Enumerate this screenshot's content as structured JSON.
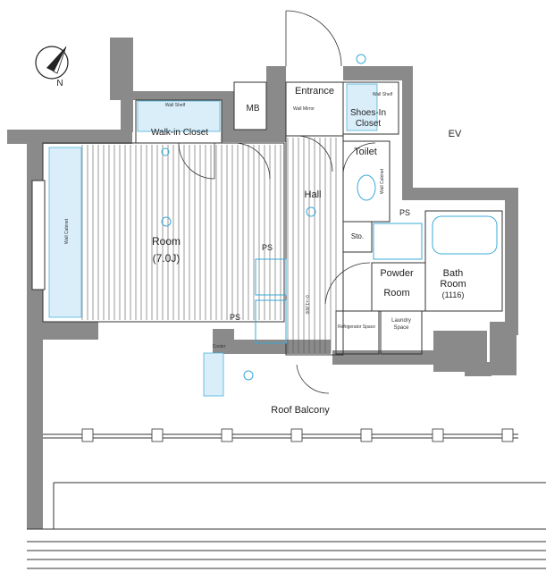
{
  "rooms": {
    "room_name": "Room",
    "room_size": "(7.0J)",
    "walk_in_closet": "Walk-in Closet",
    "entrance": "Entrance",
    "shoes_in_closet_1": "Shoes-In",
    "shoes_in_closet_2": "Closet",
    "toilet": "Toilet",
    "hall": "Hall",
    "powder_room_1": "Powder",
    "powder_room_2": "Room",
    "bath_room_1": "Bath",
    "bath_room_2": "Room",
    "bath_size": "(1116)",
    "roof_balcony": "Roof Balcony",
    "ev": "EV",
    "mb": "MB",
    "ps_1": "PS",
    "ps_2": "PS",
    "ps_3": "PS",
    "sto": "Sto.",
    "laundry_space_1": "Laundry",
    "laundry_space_2": "Space"
  },
  "fixtures": {
    "wall_shelf_closet": "Wall Shelf",
    "wall_shelf_entrance": "Wall Shelf",
    "wall_mirror": "Wall Mirror",
    "wall_cabinet_room": "Wall Cabinet",
    "wall_cabinet_toilet": "Wall Cabinet",
    "refrigerator_space": "Refrigerator Space",
    "cooler": "Cooler",
    "hall_note": "0~+1,800"
  },
  "compass": {
    "north": "N"
  },
  "colors": {
    "wall": "#888888",
    "fixture": "#3aa8d8",
    "fill": "#d9eef9",
    "line": "#333333"
  }
}
